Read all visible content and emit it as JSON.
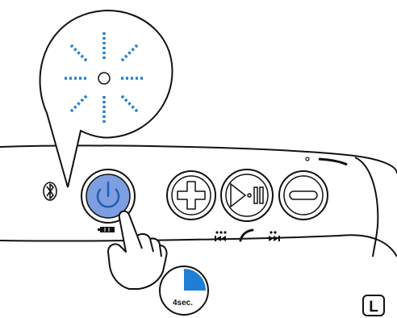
{
  "timer": {
    "label": "4sec.",
    "fraction": 0.25
  },
  "side_badge": {
    "label": "L"
  },
  "colors": {
    "accent_blue": "#1e7fd4",
    "button_fill_blue": "#7d9ee0",
    "stroke": "#111111"
  },
  "icons": {
    "bluetooth": "bluetooth-icon",
    "power": "power-icon",
    "plus": "plus-icon",
    "play_pause": "play-pause-icon",
    "minus": "minus-icon",
    "battery": "battery-icon",
    "previous_track": "previous-track-icon",
    "phone": "phone-icon",
    "next_track": "next-track-icon",
    "finger": "pointing-hand-icon",
    "led_flash": "led-flash-icon"
  }
}
